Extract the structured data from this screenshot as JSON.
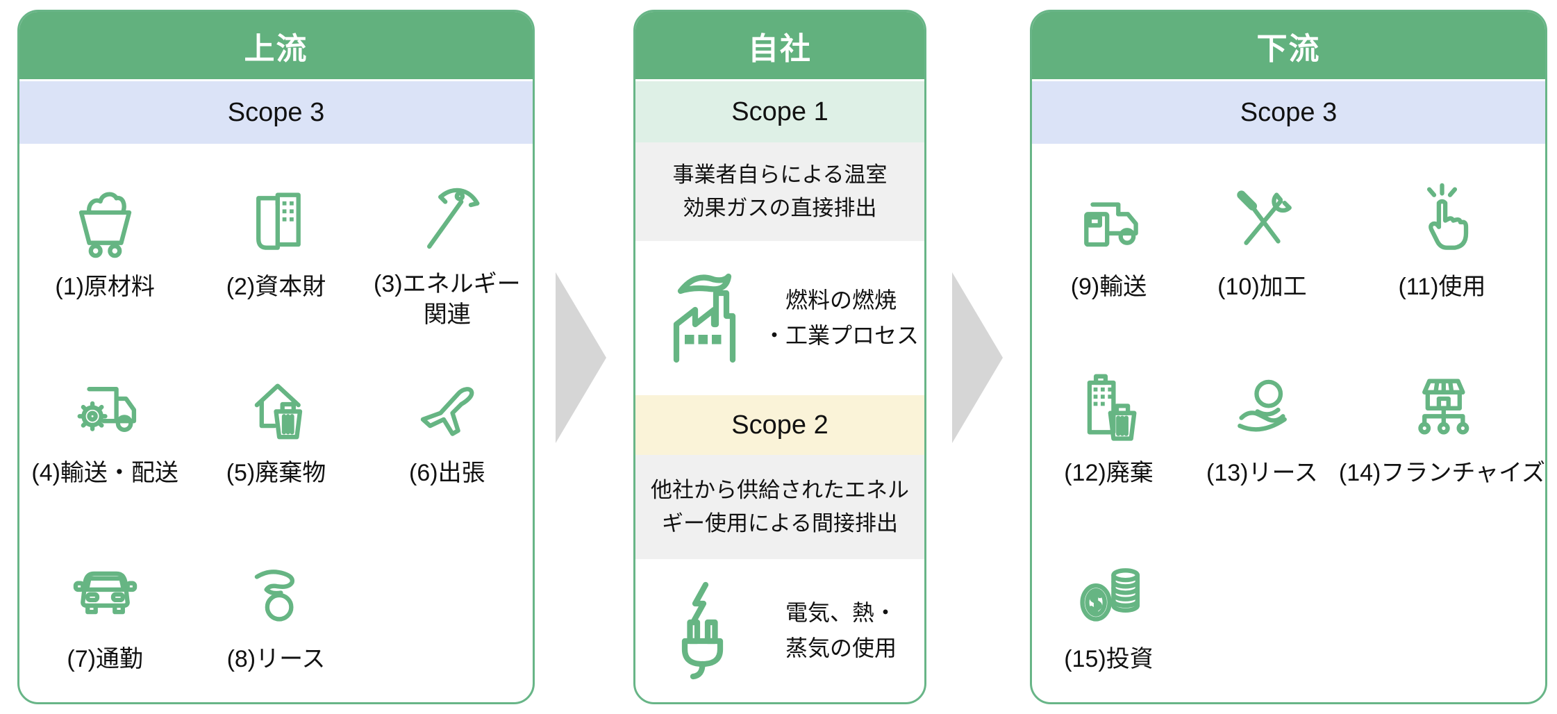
{
  "colors": {
    "header_green": "#62b17e",
    "panel_border_green": "#68b587",
    "icon_green": "#66b583",
    "scope3_band_blue": "#dbe3f7",
    "scope1_band_green": "#def0e6",
    "scope2_band_yellow": "#faf3d8",
    "description_box_gray": "#f0f0f0",
    "flow_arrow_gray": "#d6d6d6",
    "text_black": "#111111"
  },
  "panels": {
    "upstream": {
      "title": "上流",
      "scope_label": "Scope 3",
      "items": [
        {
          "label": "(1)原材料",
          "icon": "mining-cart-icon"
        },
        {
          "label": "(2)資本財",
          "icon": "building-document-icon"
        },
        {
          "label": "(3)エネルギー",
          "label2": "関連",
          "icon": "pickaxe-icon"
        },
        {
          "label": "(4)輸送・配送",
          "icon": "truck-gear-icon"
        },
        {
          "label": "(5)廃棄物",
          "icon": "house-trash-icon"
        },
        {
          "label": "(6)出張",
          "icon": "airplane-icon"
        },
        {
          "label": "(7)通勤",
          "icon": "car-icon"
        },
        {
          "label": "(8)リース",
          "icon": "hand-coin-icon"
        }
      ]
    },
    "company": {
      "title": "自社",
      "scope1": {
        "label": "Scope 1",
        "desc_line1": "事業者自らによる温室",
        "desc_line2": "効果ガスの直接排出",
        "caption_line1": "燃料の燃焼",
        "caption_line2": "・工業プロセス",
        "icon": "factory-icon"
      },
      "scope2": {
        "label": "Scope 2",
        "desc_line1": "他社から供給されたエネル",
        "desc_line2": "ギー使用による間接排出",
        "caption_line1": "電気、熱・",
        "caption_line2": "蒸気の使用",
        "icon": "plug-icon"
      }
    },
    "downstream": {
      "title": "下流",
      "scope_label": "Scope 3",
      "items": [
        {
          "label": "(9)輸送",
          "icon": "truck-box-icon"
        },
        {
          "label": "(10)加工",
          "icon": "tools-icon"
        },
        {
          "label": "(11)使用",
          "icon": "click-hand-icon"
        },
        {
          "label": "(12)廃棄",
          "icon": "building-trash-icon"
        },
        {
          "label": "(13)リース",
          "icon": "hand-person-icon"
        },
        {
          "label": "(14)フランチャイズ",
          "icon": "store-network-icon"
        },
        {
          "label": "(15)投資",
          "icon": "coins-icon"
        }
      ]
    }
  }
}
